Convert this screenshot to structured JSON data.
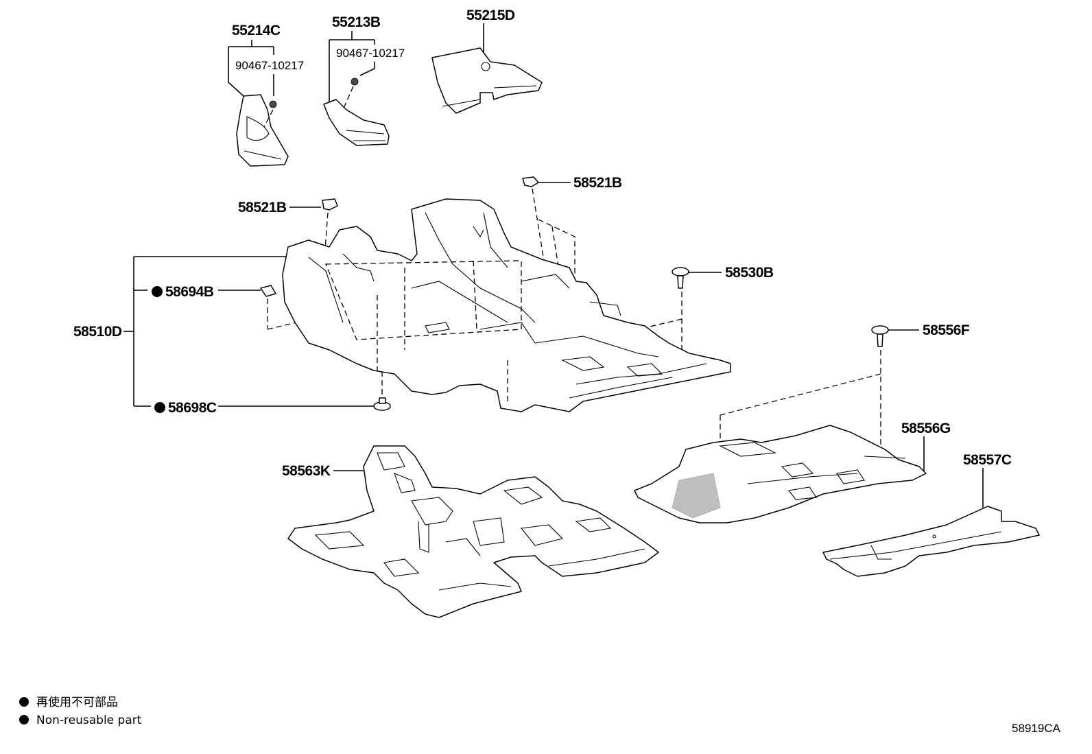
{
  "parts": {
    "p55214C": "55214C",
    "p55213B": "55213B",
    "p55215D": "55215D",
    "p90467_a": "90467-10217",
    "p90467_b": "90467-10217",
    "p58521B_a": "58521B",
    "p58521B_b": "58521B",
    "p58530B": "58530B",
    "p58694B": "58694B",
    "p58510D": "58510D",
    "p58698C": "58698C",
    "p58556F": "58556F",
    "p58556G": "58556G",
    "p58557C": "58557C",
    "p58563K": "58563K"
  },
  "legend": {
    "line1": "再使用不可部品",
    "line2": "Non-reusable part",
    "bullet_icon": "filled-circle"
  },
  "illustration_code": "58919CA"
}
